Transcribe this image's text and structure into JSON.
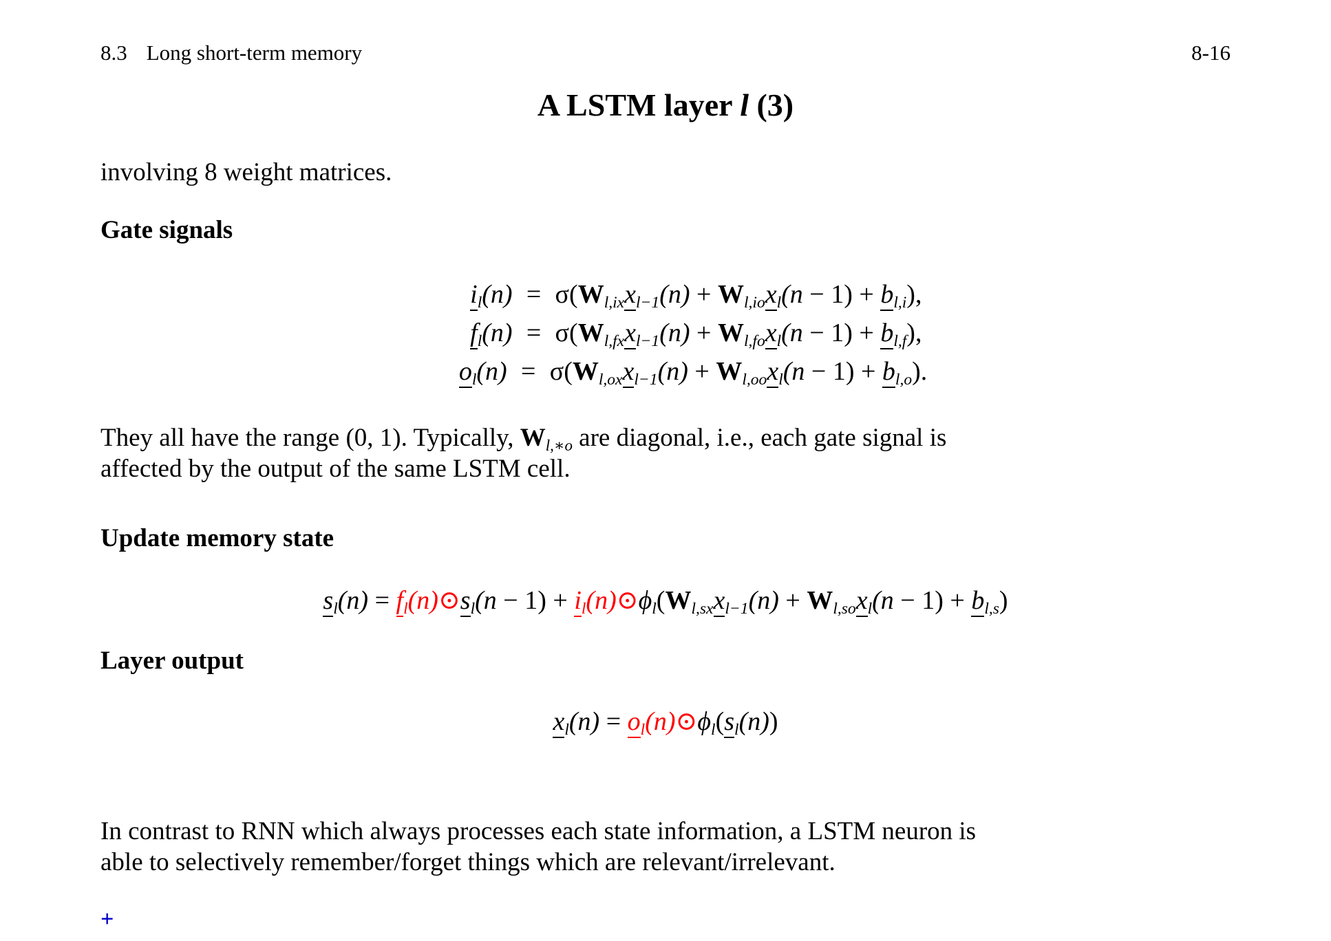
{
  "header": {
    "section_number": "8.3",
    "section_title": "Long short-term memory",
    "page_number": "8-16"
  },
  "title": {
    "text_before": "A LSTM layer ",
    "symbol": "l",
    "text_after": " (3)"
  },
  "intro": {
    "line": "involving 8 weight matrices."
  },
  "sections": {
    "gate_signals_heading": "Gate signals",
    "update_memory_heading": "Update memory state",
    "layer_output_heading": "Layer output"
  },
  "equations": {
    "gate_signals": [
      {
        "lhs_var": "i",
        "lhs_sub": "l",
        "lhs_arg": "(n)",
        "relation": "=",
        "rhs": "σ(W[l,ix]x[l−1](n) + W[l,io]x[l](n − 1) + b[l,i]),",
        "sigma": "σ",
        "w1_sub": "l,ix",
        "x1_sub": "l−1",
        "w2_sub": "l,io",
        "x2_sub": "l",
        "b_sub": "l,i",
        "terminator": ","
      },
      {
        "lhs_var": "f",
        "lhs_sub": "l",
        "lhs_arg": "(n)",
        "relation": "=",
        "rhs": "σ(W[l,fx]x[l−1](n) + W[l,fo]x[l](n − 1) + b[l,f]),",
        "sigma": "σ",
        "w1_sub": "l,fx",
        "x1_sub": "l−1",
        "w2_sub": "l,fo",
        "x2_sub": "l",
        "b_sub": "l,f",
        "terminator": ","
      },
      {
        "lhs_var": "o",
        "lhs_sub": "l",
        "lhs_arg": "(n)",
        "relation": "=",
        "rhs": "σ(W[l,ox]x[l−1](n) + W[l,oo]x[l](n − 1) + b[l,o]).",
        "sigma": "σ",
        "w1_sub": "l,ox",
        "x1_sub": "l−1",
        "w2_sub": "l,oo",
        "x2_sub": "l",
        "b_sub": "l,o",
        "terminator": "."
      }
    ],
    "update_memory_state": {
      "plain_text": "s[l](n) = f[l](n)⊙s[l](n − 1) + i[l](n)⊙ϕ[l](W[l,sx]x[l−1](n) + W[l,so]x[l](n − 1) + b[l,s])",
      "s_var": "s",
      "f_var": "f",
      "i_var": "i",
      "phi": "ϕ",
      "hadamard": "⊙",
      "w1_sub": "l,sx",
      "x1_sub": "l−1",
      "w2_sub": "l,so",
      "x2_sub": "l",
      "b_sub": "l,s"
    },
    "layer_output": {
      "plain_text": "x[l](n) = o[l](n)⊙ϕ[l](s[l](n))",
      "x_var": "x",
      "o_var": "o",
      "phi": "ϕ",
      "s_var": "s",
      "hadamard": "⊙",
      "sub": "l"
    }
  },
  "paragraphs": {
    "range_note": {
      "line1_a": "They  all  have  the  range  (0, 1).   Typically,  ",
      "line1_W": "W",
      "line1_W_sub": "l,∗o",
      "line1_b": "  are  diagonal,  i.e.,  each  gate  signal  is",
      "line2": "affected by the output of the same LSTM cell."
    },
    "closing": {
      "line1": "In contrast to RNN which always processes each state information, a LSTM neuron is",
      "line2": "able to selectively remember/forget things which are relevant/irrelevant."
    }
  },
  "artifacts": {
    "stray_plus": "+"
  },
  "colors": {
    "text": "#000000",
    "highlight_red": "#FF0000",
    "stray_plus_blue": "#0000CC",
    "background": "#FFFFFF"
  }
}
